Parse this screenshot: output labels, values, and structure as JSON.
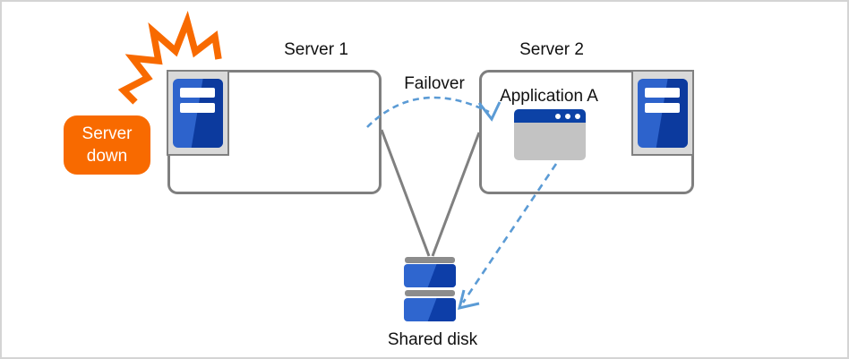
{
  "labels": {
    "server1": "Server 1",
    "server2": "Server 2",
    "failover": "Failover",
    "application": "Application A",
    "shared_disk": "Shared disk",
    "server_down_line1": "Server",
    "server_down_line2": "down"
  },
  "colors": {
    "orange": "#F86A00",
    "badge_text": "#FFFFFF",
    "label_text": "#111111",
    "server_blue_light": "#2D63CC",
    "server_blue_dark": "#0C3A9E",
    "disk_blue_light": "#2F66CF",
    "disk_blue_dark": "#0D3EA8",
    "app_titlebar_blue": "#0C42A6",
    "app_body_gray": "#C3C3C3",
    "arrow_blue": "#5B9BD5",
    "connector_gray": "#808080",
    "box_border_gray": "#7F7F7F",
    "icon_bg_gray": "#D9D9D9",
    "icon_border_gray": "#808080",
    "disk_band_gray": "#8C8C8C",
    "canvas_border_gray": "#D4D4D4",
    "white": "#FFFFFF"
  },
  "icons": {
    "crash_flash_icon": "orange jagged burst marking server failure",
    "server_icon": "blue rack server with two white slots on gray plate",
    "app_window_icon": "application window, blue title bar with three dots, gray body",
    "shared_disk_icon": "two stacked blue disks with gray bands",
    "failover_arrow": "dashed blue curved arrow from Server 1 to Server 2",
    "app_to_disk_arrow": "dashed blue arrow from application to shared disk",
    "connector_line": "gray line joining server box to shared disk"
  }
}
